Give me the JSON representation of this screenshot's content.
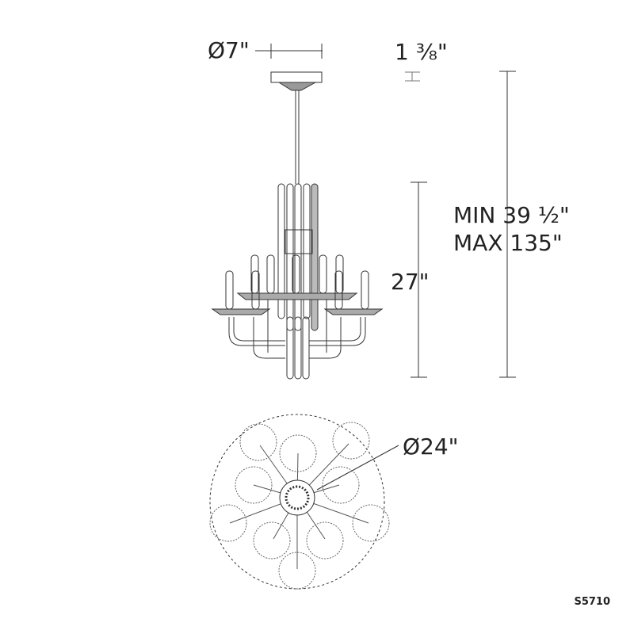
{
  "dimensions": {
    "canopy_diameter": "Ø7\"",
    "canopy_height": "1 ⅜\"",
    "overall_min": "MIN 39 ½\"",
    "overall_max": "MAX 135\"",
    "fixture_height": "27\"",
    "fixture_diameter": "Ø24\""
  },
  "model_number": "S5710",
  "colors": {
    "line": "#333333",
    "text": "#222222"
  }
}
